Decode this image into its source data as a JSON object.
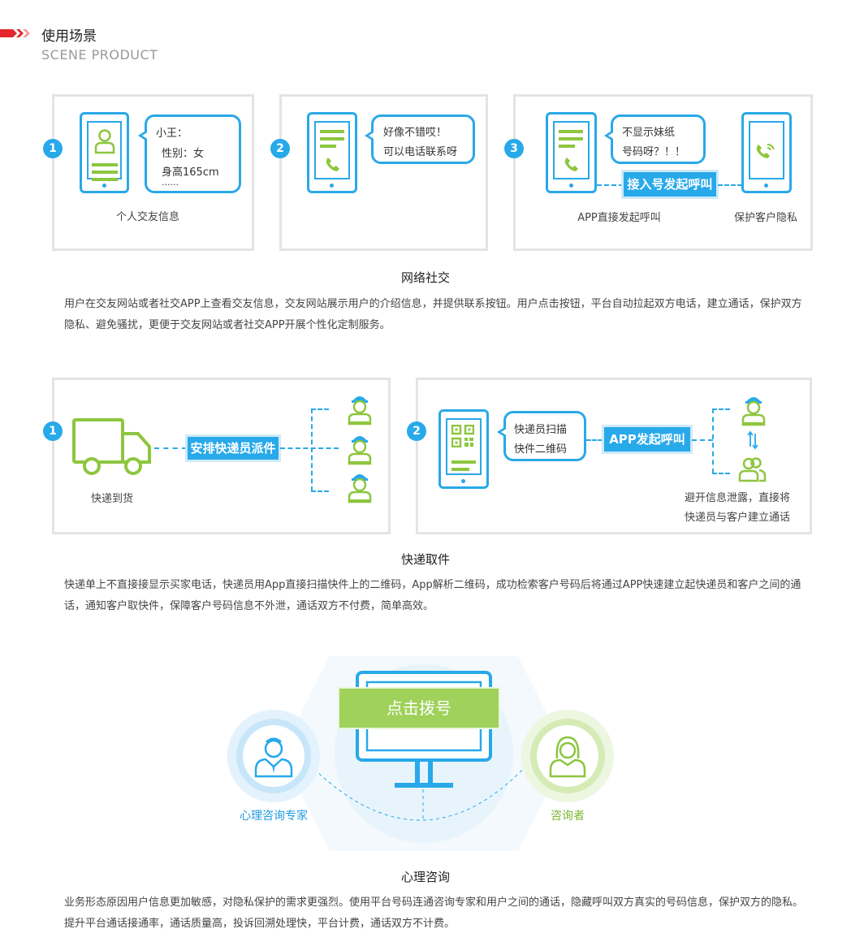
{
  "header": {
    "title": "使用场景",
    "subtitle": "SCENE PRODUCT"
  },
  "social": {
    "steps": [
      "1",
      "2",
      "3"
    ],
    "bubble1": {
      "line1": "小王：",
      "line2": "性别：女",
      "line3": "身高165cm",
      "line4": "......"
    },
    "caption1": "个人交友信息",
    "bubble2": {
      "line1": "好像不错哎！",
      "line2": "可以电话联系呀"
    },
    "bubble3": {
      "line1": "不显示妹纸",
      "line2": "号码呀？！！"
    },
    "connect_button": "接入号发起呼叫",
    "caption3a": "APP直接发起呼叫",
    "caption3b": "保护客户隐私",
    "title": "网络社交",
    "description": "用户在交友网站或者社交APP上查看交友信息，交友网站展示用户的介绍信息，并提供联系按钮。用户点击按钮，平台自动拉起双方电话，建立通话，保护双方隐私、避免骚扰，更便于交友网站或者社交APP开展个性化定制服务。"
  },
  "courier": {
    "steps": [
      "1",
      "2"
    ],
    "caption1": "快递到货",
    "dispatch_button": "安排快递员派件",
    "bubble": {
      "line1": "快递员扫描",
      "line2": "快件二维码"
    },
    "app_call_button": "APP发起呼叫",
    "note_line1": "避开信息泄露，直接将",
    "note_line2": "快递员与客户建立通话",
    "title": "快递取件",
    "description": "快递单上不直接接显示买家电话，快递员用App直接扫描快件上的二维码，App解析二维码，成功检索客户号码后将通过APP快速建立起快递员和客户之间的通话，通知客户取快件，保障客户号码信息不外泄，通话双方不付费，简单高效。"
  },
  "counsel": {
    "dial_button": "点击拨号",
    "expert_label": "心理咨询专家",
    "client_label": "咨询者",
    "title": "心理咨询",
    "description": "业务形态原因用户信息更加敏感，对隐私保护的需求更强烈。使用平台号码连通咨询专家和用户之间的通话，隐藏呼叫双方真实的号码信息，保护双方的隐私。提升平台通话接通率，通话质量高，投诉回溯处理快，平台计费，通话双方不计费。"
  },
  "colors": {
    "blue": "#27a9ea",
    "green": "#8dc63f",
    "red": "#e4262d"
  }
}
